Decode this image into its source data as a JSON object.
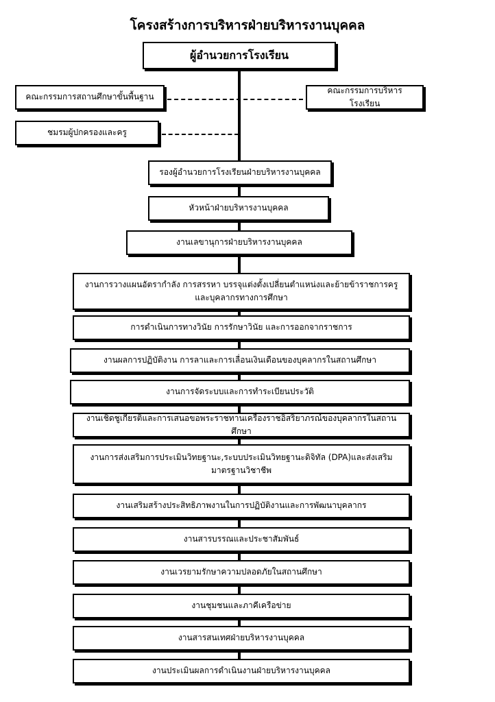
{
  "title": "โครงสร้างการบริหารฝ่ายบริหารงานบุคคล",
  "director": "ผู้อำนวยการโรงเรียน",
  "side_left_1": "คณะกรรมการสถานศึกษาขั้นพื้นฐาน",
  "side_right_1": "คณะกรรมการบริหารโรงเรียน",
  "side_left_2": "ชมรมผู้ปกครองและครู",
  "deputy": "รองผู้อำนวยการโรงเรียนฝ่ายบริหารงานบุคคล",
  "head": "หัวหน้าฝ่ายบริหารงานบุคคล",
  "secretary": "งานเลขานุการฝ่ายบริหารงานบุคคล",
  "tasks": [
    "งานการวางแผนอัตรากำลัง การสรรหา บรรจุแต่งตั้งเปลี่ยนตำแหน่งและย้ายข้าราชการครูและบุคลากรทางการศึกษา",
    "การดำเนินการทางวินัย การรักษาวินัย และการออกจากราชการ",
    "งานผลการปฏิบัติงาน การลาและการเลื่อนเงินเดือนของบุคลากรในสถานศึกษา",
    "งานการจัดระบบและการทำระเบียนประวัติ",
    "งานเชิดชูเกียรติและการเสนอขอพระราชทานเครื่องราชอิสริยาภรณ์ของบุคลากรในสถานศึกษา",
    "งานการส่งเสริมการประเมินวิทยฐานะ,ระบบประเมินวิทยฐานะดิจิทัล (DPA)และส่งเสริมมาตรฐานวิชาชีพ",
    "งานเสริมสร้างประสิทธิภาพงานในการปฏิบัติงานและการพัฒนาบุคลากร",
    "งานสารบรรณและประชาสัมพันธ์",
    "งานเวรยามรักษาความปลอดภัยในสถานศึกษา",
    "งานชุมชนและภาคีเครือข่าย",
    "งานสารสนเทศฝ่ายบริหารงานบุคคล",
    "งานประเมินผลการดำเนินงานฝ่ายบริหารงานบุคคล"
  ]
}
